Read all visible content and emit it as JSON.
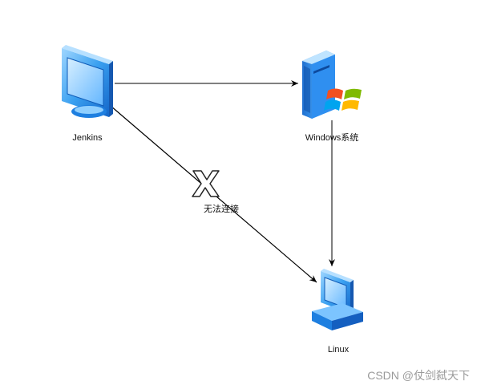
{
  "nodes": {
    "jenkins": {
      "label": "Jenkins",
      "icon": "monitor-icon"
    },
    "windows": {
      "label": "Windows系统",
      "icon": "windows-server-icon"
    },
    "linux": {
      "label": "Linux",
      "icon": "computer-icon"
    }
  },
  "edges": [
    {
      "from": "jenkins",
      "to": "windows",
      "label": ""
    },
    {
      "from": "jenkins",
      "to": "linux",
      "label": "无法连接",
      "blocked": true
    },
    {
      "from": "windows",
      "to": "linux",
      "label": ""
    }
  ],
  "blocked_marker": "X",
  "watermark": "CSDN @仗剑弑天下",
  "colors": {
    "icon_blue": "#1e88e5",
    "icon_light_blue": "#7cc4ff",
    "line": "#000000",
    "watermark": "#9a9a9a"
  }
}
